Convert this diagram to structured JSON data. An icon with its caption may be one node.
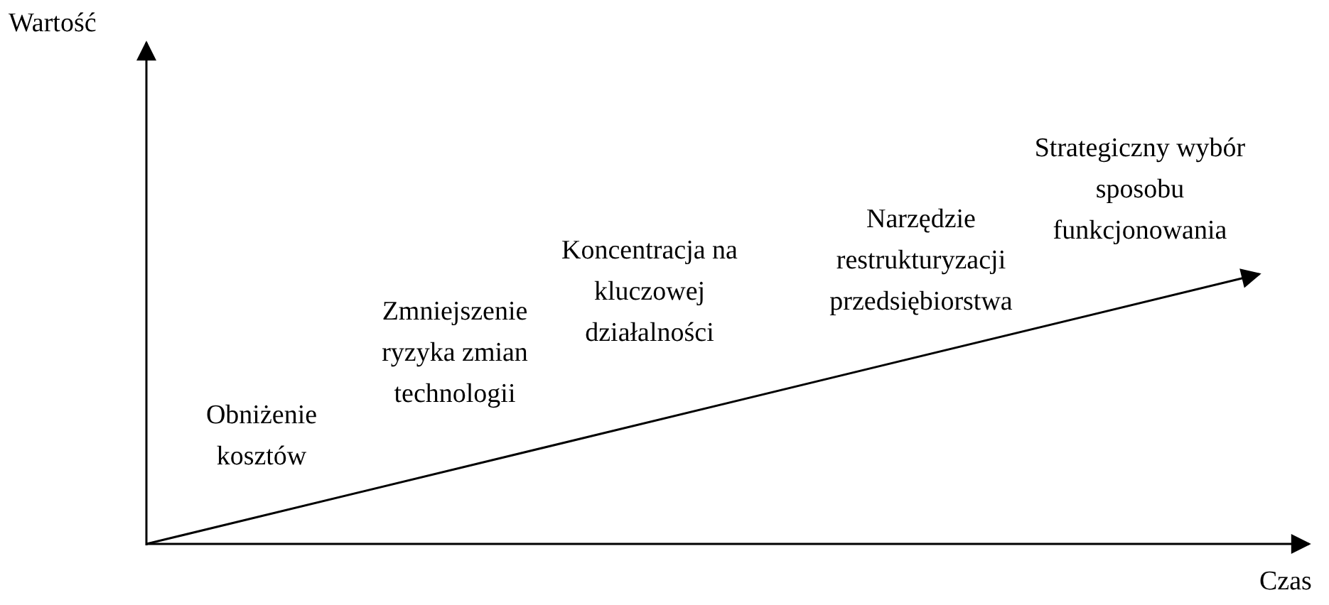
{
  "diagram": {
    "labels": [
      "Wartość",
      "Obniżenie kosztów",
      "Zmniejszenie ryzyka zmian technologii",
      "Koncentracja na kluczowej działalności",
      "Narzędzie restrukturyzacji przedsiębiorstwa",
      "Strategiczny wybór sposobu funkcjonowania",
      "Czas"
    ]
  }
}
